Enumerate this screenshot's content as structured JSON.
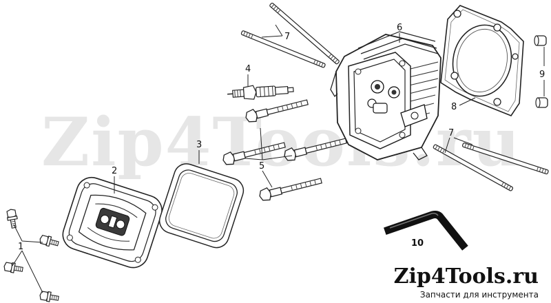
{
  "watermark": "Zip4Tools.ru",
  "brand": {
    "name": "Zip4Tools.ru",
    "tagline": "Запчасти для инструмента"
  },
  "callouts": {
    "c1": "1",
    "c2": "2",
    "c3": "3",
    "c4": "4",
    "c5": "5",
    "c6": "6",
    "c7a": "7",
    "c7b": "7",
    "c8": "8",
    "c9": "9",
    "c10": "10"
  }
}
